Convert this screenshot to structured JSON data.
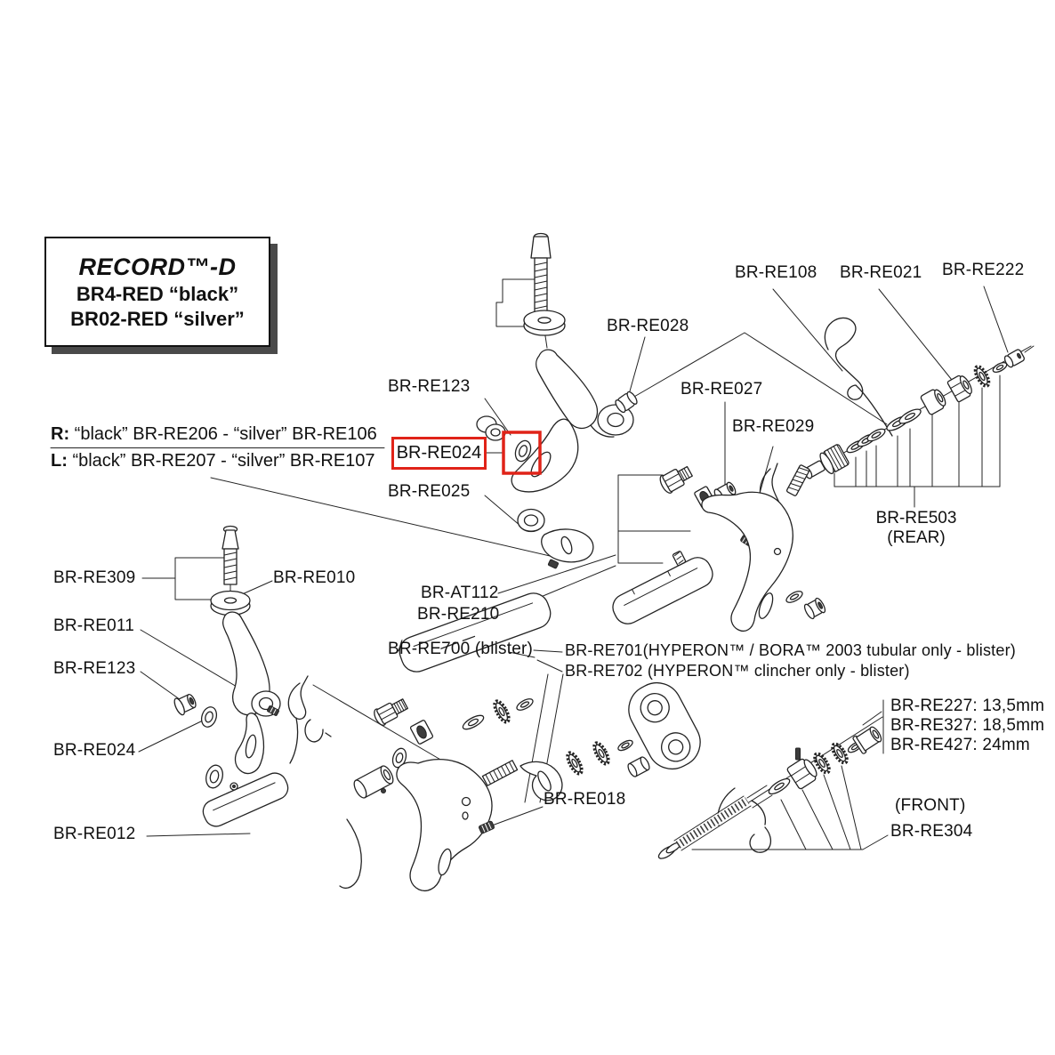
{
  "colors": {
    "highlight": "#e02318",
    "ink": "#111111"
  },
  "title_box": {
    "line1": "RECORD™-D",
    "line2": "BR4-RED “black”",
    "line3": "BR02-RED “silver”"
  },
  "side_note": {
    "right_prefix": "R:",
    "right_text": " “black” BR-RE206 - “silver” BR-RE106",
    "left_prefix": "L:",
    "left_text": " “black” BR-RE207 - “silver” BR-RE107"
  },
  "parts": {
    "re108": "BR-RE108",
    "re021": "BR-RE021",
    "re222": "BR-RE222",
    "re028": "BR-RE028",
    "re027": "BR-RE027",
    "re029": "BR-RE029",
    "re123_top": "BR-RE123",
    "re024_top": "BR-RE024",
    "re025": "BR-RE025",
    "re503": "BR-RE503",
    "re503_sub": "(REAR)",
    "re309": "BR-RE309",
    "re010": "BR-RE010",
    "re011": "BR-RE011",
    "re123_left": "BR-RE123",
    "re024_left": "BR-RE024",
    "re012": "BR-RE012",
    "at112": "BR-AT112",
    "re210": "BR-RE210",
    "re700": "BR-RE700 (blister)",
    "re701": "BR-RE701(HYPERON™ / BORA™ 2003 tubular only - blister)",
    "re702": "BR-RE702 (HYPERON™ clincher only - blister)",
    "re018": "BR-RE018",
    "re227": "BR-RE227: 13,5mm",
    "re327": "BR-RE327: 18,5mm",
    "re427": "BR-RE427: 24mm",
    "front_sub": "(FRONT)",
    "re304": "BR-RE304"
  }
}
